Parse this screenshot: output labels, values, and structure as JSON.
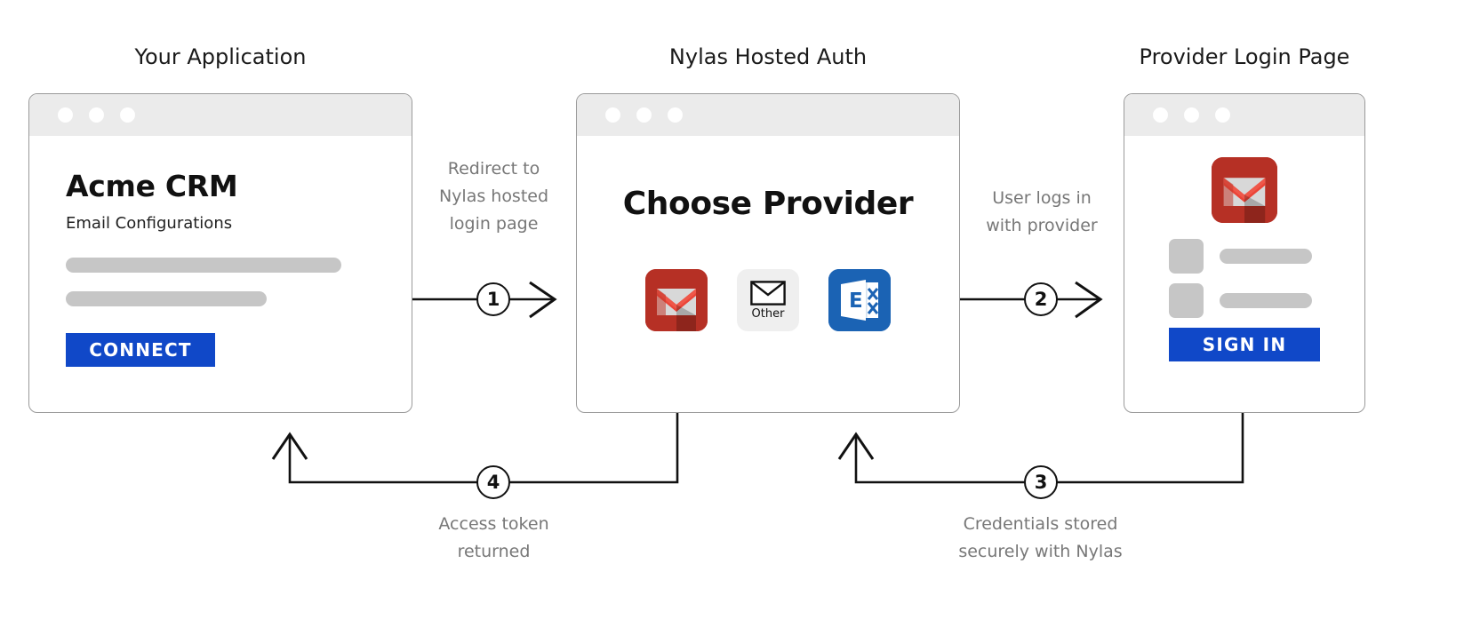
{
  "columns": [
    {
      "title": "Your Application"
    },
    {
      "title": "Nylas Hosted Auth"
    },
    {
      "title": "Provider Login Page"
    }
  ],
  "app_window": {
    "name": "Acme CRM",
    "subtitle": "Email Configurations",
    "connect_label": "CONNECT"
  },
  "auth_window": {
    "heading": "Choose Provider",
    "providers": [
      {
        "id": "gmail",
        "label": "",
        "color": "#b63025"
      },
      {
        "id": "other",
        "label": "Other",
        "color": "#efefef"
      },
      {
        "id": "exchange",
        "label": "",
        "color": "#1b63b4"
      }
    ]
  },
  "provider_window": {
    "signin_label": "SIGN IN"
  },
  "steps": [
    {
      "number": "1",
      "caption": "Redirect to\nNylas hosted\nlogin page"
    },
    {
      "number": "2",
      "caption": "User logs in\nwith provider"
    },
    {
      "number": "3",
      "caption": "Credentials stored\nsecurely with Nylas"
    },
    {
      "number": "4",
      "caption": "Access token\nreturned"
    }
  ],
  "colors": {
    "accent_blue": "#1048c8",
    "gmail_red": "#b63025",
    "exchange_blue": "#1b63b4",
    "placeholder_gray": "#c6c6c6",
    "titlebar_gray": "#ebebeb",
    "caption_gray": "#777777",
    "line_black": "#111111"
  }
}
